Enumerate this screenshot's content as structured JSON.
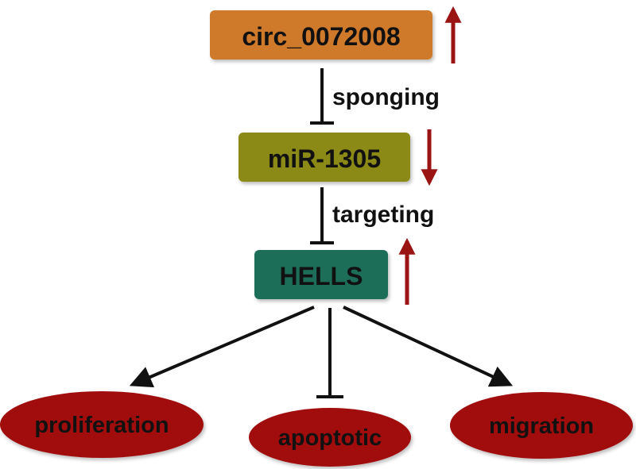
{
  "nodes": {
    "circ": {
      "label": "circ_0072008",
      "color": "#cf7a2a",
      "regulation": "up"
    },
    "mir": {
      "label": "miR-1305",
      "color": "#8c8a14",
      "regulation": "down"
    },
    "hells": {
      "label": "HELLS",
      "color": "#1f6e58",
      "regulation": "up"
    }
  },
  "edges": {
    "circ_to_mir": {
      "label": "sponging",
      "type": "inhibit"
    },
    "mir_to_hells": {
      "label": "targeting",
      "type": "inhibit"
    }
  },
  "outcomes": {
    "proliferation": {
      "label": "proliferation",
      "effect": "promote"
    },
    "apoptotic": {
      "label": "apoptotic",
      "effect": "inhibit"
    },
    "migration": {
      "label": "migration",
      "effect": "promote"
    }
  },
  "colors": {
    "outcome_fill": "#a10f10",
    "regulation_arrow": "#9b1414",
    "line": "#111111",
    "node_text": "#111111"
  }
}
